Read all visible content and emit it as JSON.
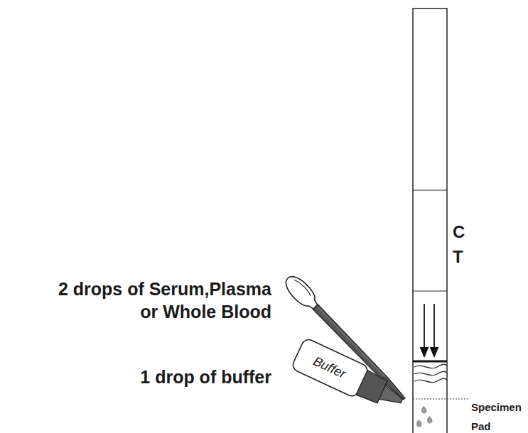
{
  "diagram": {
    "nodes": [
      {
        "text": [
          "Buffer"
        ]
      }
    ],
    "labels": [
      "C",
      "T",
      "2 drops of Serum,Plasma or Whole Blood",
      "1 drop of buffer",
      "Specimen Pad"
    ]
  }
}
